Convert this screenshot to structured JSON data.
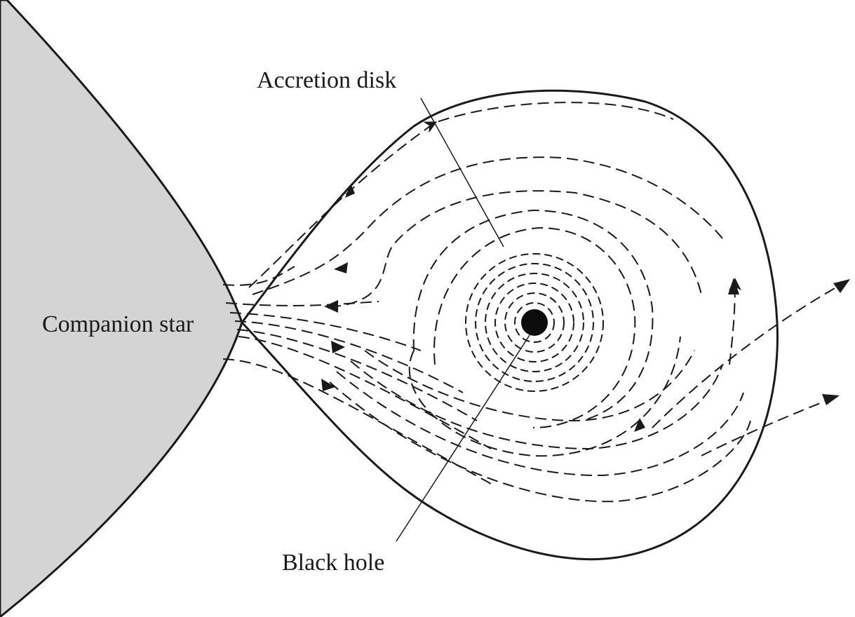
{
  "labels": {
    "accretion_disk": "Accretion disk",
    "companion_star": "Companion star",
    "black_hole": "Black hole"
  },
  "colors": {
    "star_fill": "#d4d4d4",
    "ink": "#1a1a1a",
    "background": "#ffffff"
  }
}
